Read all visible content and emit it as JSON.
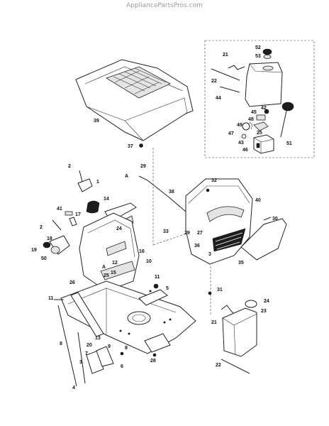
{
  "watermark": "AppliancePartsPros.com",
  "labels": {
    "inset": [
      "52",
      "53",
      "21",
      "22",
      "42",
      "44",
      "45",
      "48",
      "49",
      "25",
      "47",
      "43",
      "46",
      "51"
    ],
    "main": [
      "39",
      "37",
      "2",
      "1",
      "29",
      "A",
      "14",
      "38",
      "32",
      "40",
      "41",
      "17",
      "2",
      "18",
      "19",
      "50",
      "24",
      "16",
      "10",
      "A",
      "12",
      "25",
      "15",
      "26",
      "11",
      "5",
      "30",
      "33",
      "29",
      "27",
      "36",
      "35",
      "3",
      "31",
      "11",
      "24",
      "21",
      "23",
      "13",
      "8",
      "20",
      "7",
      "9",
      "6",
      "28",
      "22",
      "8",
      "3",
      "4"
    ]
  },
  "colors": {
    "line": "#222222",
    "label": "#111111",
    "watermark": "#9a9a9a"
  }
}
